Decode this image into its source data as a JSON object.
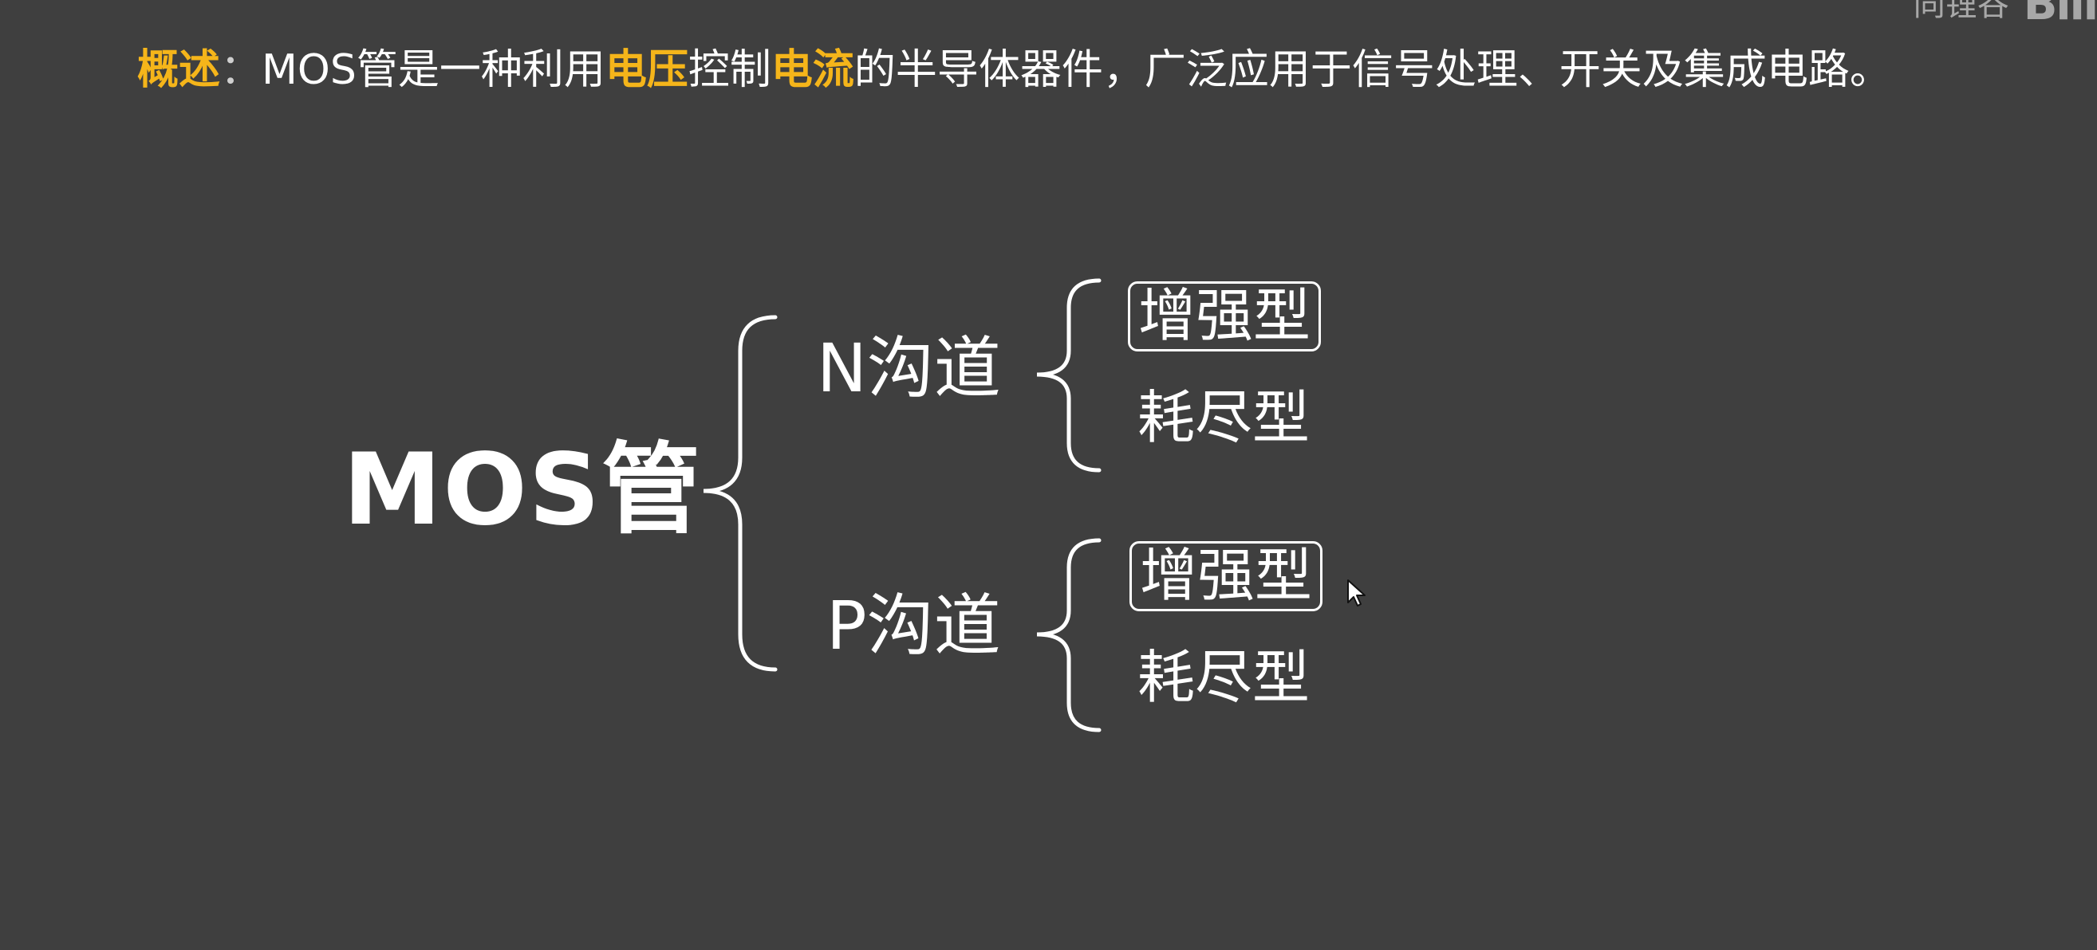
{
  "watermark": {
    "text": "同锂谷",
    "logo": "Bili"
  },
  "summary": {
    "label": "概述",
    "separator": "：",
    "part1": "MOS管是一种利用",
    "highlight1": "电压",
    "part2": "控制",
    "highlight2": "电流",
    "part3": "的半导体器件，广泛应用于信号处理、开关及集成电路。"
  },
  "diagram": {
    "root": "MOS管",
    "channels": [
      {
        "label": "N沟道",
        "types": [
          {
            "label": "增强型",
            "boxed": true
          },
          {
            "label": "耗尽型",
            "boxed": false
          }
        ]
      },
      {
        "label": "P沟道",
        "types": [
          {
            "label": "增强型",
            "boxed": true
          },
          {
            "label": "耗尽型",
            "boxed": false
          }
        ]
      }
    ]
  },
  "colors": {
    "background": "#3f3f3f",
    "accent": "#f5b51a",
    "text": "#ffffff"
  },
  "icons": {
    "cursor": "mouse-pointer-icon"
  }
}
